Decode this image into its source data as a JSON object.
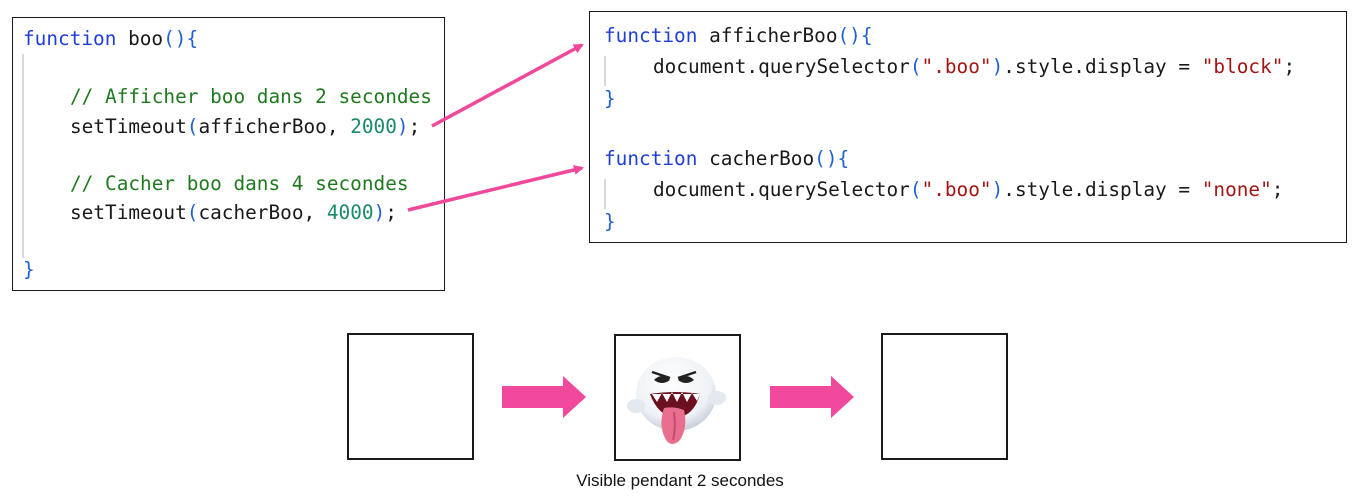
{
  "accent_color": "#f0489a",
  "boo_function": {
    "header_keyword": "function",
    "header_name": " boo",
    "header_paren": "()",
    "header_brace": "{",
    "comment1": "// Afficher boo dans 2 secondes",
    "call1_name": "setTimeout",
    "call1_open": "(",
    "call1_arg": "afficherBoo, ",
    "call1_num": "2000",
    "call1_close": ")",
    "call1_end": ";",
    "comment2": "// Cacher boo dans 4 secondes",
    "call2_name": "setTimeout",
    "call2_open": "(",
    "call2_arg": "cacherBoo, ",
    "call2_num": "4000",
    "call2_close": ")",
    "call2_end": ";",
    "closing_brace": "}"
  },
  "afficher_function": {
    "header_keyword": "function",
    "header_name": " afficherBoo",
    "header_paren": "()",
    "header_brace": "{",
    "body_pre": "document.querySelector",
    "body_open": "(",
    "body_sel": "\".boo\"",
    "body_close": ")",
    "body_mid": ".style.display = ",
    "body_val": "\"block\"",
    "body_end": ";",
    "closing_brace": "}"
  },
  "cacher_function": {
    "header_keyword": "function",
    "header_name": " cacherBoo",
    "header_paren": "()",
    "header_brace": "{",
    "body_pre": "document.querySelector",
    "body_open": "(",
    "body_sel": "\".boo\"",
    "body_close": ")",
    "body_mid": ".style.display = ",
    "body_val": "\"none\"",
    "body_end": ";",
    "closing_brace": "}"
  },
  "sequence": {
    "caption": "Visible pendant 2 secondes",
    "states": [
      "empty",
      "boo-ghost",
      "empty"
    ]
  }
}
